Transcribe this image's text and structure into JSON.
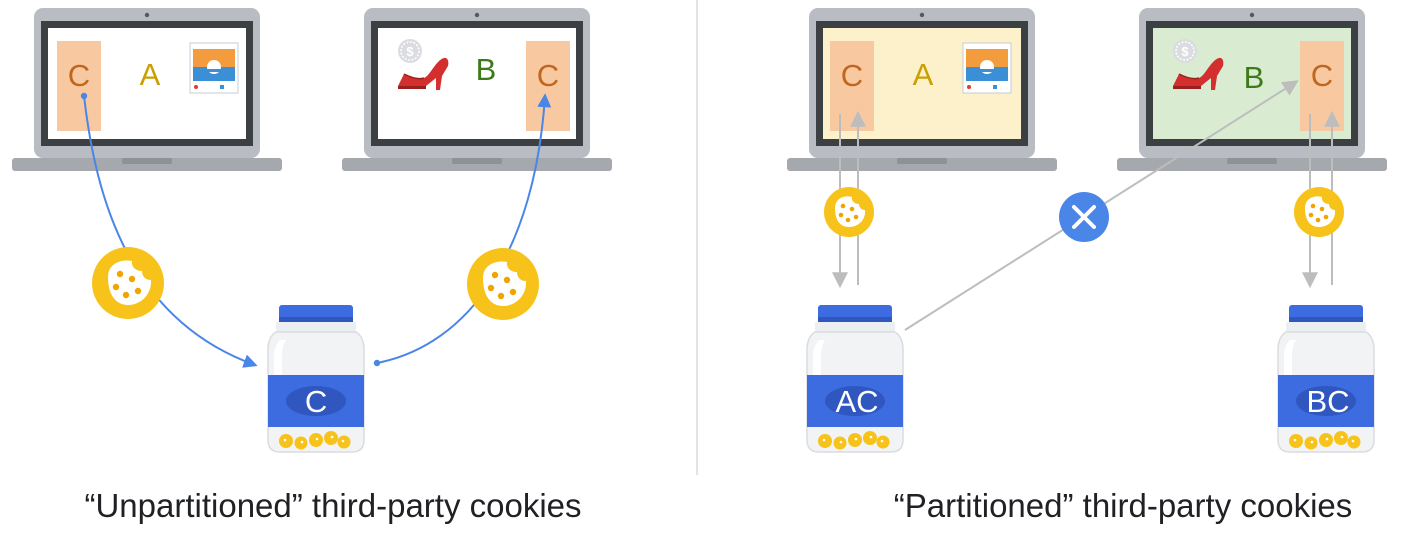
{
  "panels": {
    "left": {
      "caption": "“Unpartitioned” third-party cookies",
      "laptop_a": {
        "frame_label": "C",
        "site_label": "A"
      },
      "laptop_b": {
        "frame_label": "C",
        "site_label": "B"
      },
      "jar_label": "C"
    },
    "right": {
      "caption": "“Partitioned” third-party cookies",
      "laptop_a": {
        "frame_label": "C",
        "site_label": "A"
      },
      "laptop_b": {
        "frame_label": "C",
        "site_label": "B"
      },
      "jar_a_label": "AC",
      "jar_b_label": "BC"
    }
  },
  "icons": {
    "cookie": "cookie-icon",
    "blocked": "blocked-x-icon",
    "shoe": "high-heel-shoe-icon",
    "coin": "dollar-coin-icon",
    "photo": "photo-icon",
    "jar": "cookie-jar-icon",
    "laptop": "laptop-icon"
  },
  "colors": {
    "frame_fill": "#f8c9a0",
    "frame_text": "#c0661f",
    "site_a_text": "#c9a000",
    "site_b_text": "#3e7a1a",
    "site_a_bg": "#fdf1cc",
    "site_b_bg": "#d9ecd1",
    "cookie": "#f7c31b",
    "flow_line": "#4a86e8",
    "partition_line": "#bdbdbd",
    "blocked": "#4a86e8",
    "jar_label_band": "#3d6be0",
    "jar_cap": "#3d6be0",
    "laptop_body": "#b9bcc2",
    "caption_text": "#202124"
  }
}
